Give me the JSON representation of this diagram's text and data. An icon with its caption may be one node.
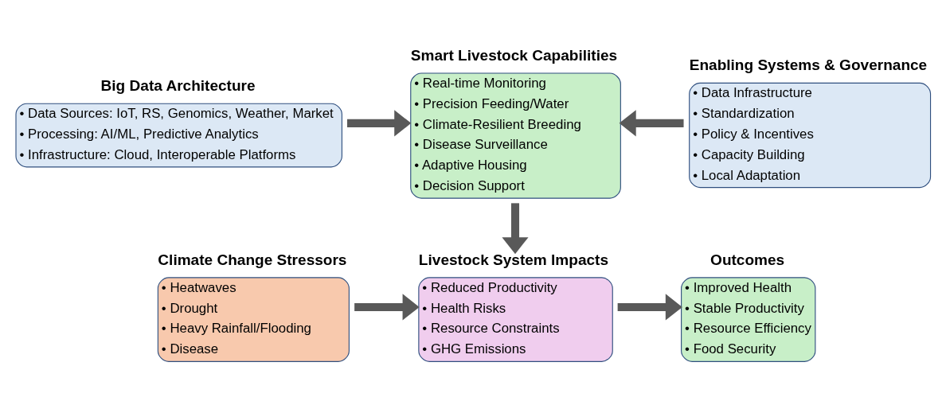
{
  "diagram": {
    "nodes": [
      {
        "text": [
          "Big Data Architecture",
          "• Data Sources: IoT, RS, Genomics, Weather, Market",
          "• Processing: AI/ML, Predictive Analytics",
          "• Infrastructure: Cloud, Interoperable Platforms"
        ]
      },
      {
        "text": [
          "Smart Livestock Capabilities",
          "• Real-time Monitoring",
          "• Precision Feeding/Water",
          "• Climate-Resilient Breeding",
          "• Disease Surveillance",
          "• Adaptive Housing",
          "• Decision Support"
        ]
      },
      {
        "text": [
          "Enabling Systems & Governance",
          "• Data Infrastructure",
          "• Standardization",
          "• Policy & Incentives",
          "• Capacity Building",
          "• Local Adaptation"
        ]
      },
      {
        "text": [
          "Climate Change Stressors",
          "• Heatwaves",
          "• Drought",
          "• Heavy Rainfall/Flooding",
          "• Disease"
        ]
      },
      {
        "text": [
          "Livestock System Impacts",
          "• Reduced Productivity",
          "• Health Risks",
          "• Resource Constraints",
          "• GHG Emissions"
        ]
      },
      {
        "text": [
          "Outcomes",
          "• Improved Health",
          "• Stable Productivity",
          "• Resource Efficiency",
          "• Food Security"
        ]
      }
    ],
    "edges": [
      {
        "from": 0,
        "to": 1,
        "arrow": "to"
      },
      {
        "from": 2,
        "to": 1,
        "arrow": "to"
      },
      {
        "from": 1,
        "to": 4,
        "arrow": "to"
      },
      {
        "from": 3,
        "to": 4,
        "arrow": "to"
      },
      {
        "from": 4,
        "to": 5,
        "arrow": "to"
      }
    ]
  }
}
